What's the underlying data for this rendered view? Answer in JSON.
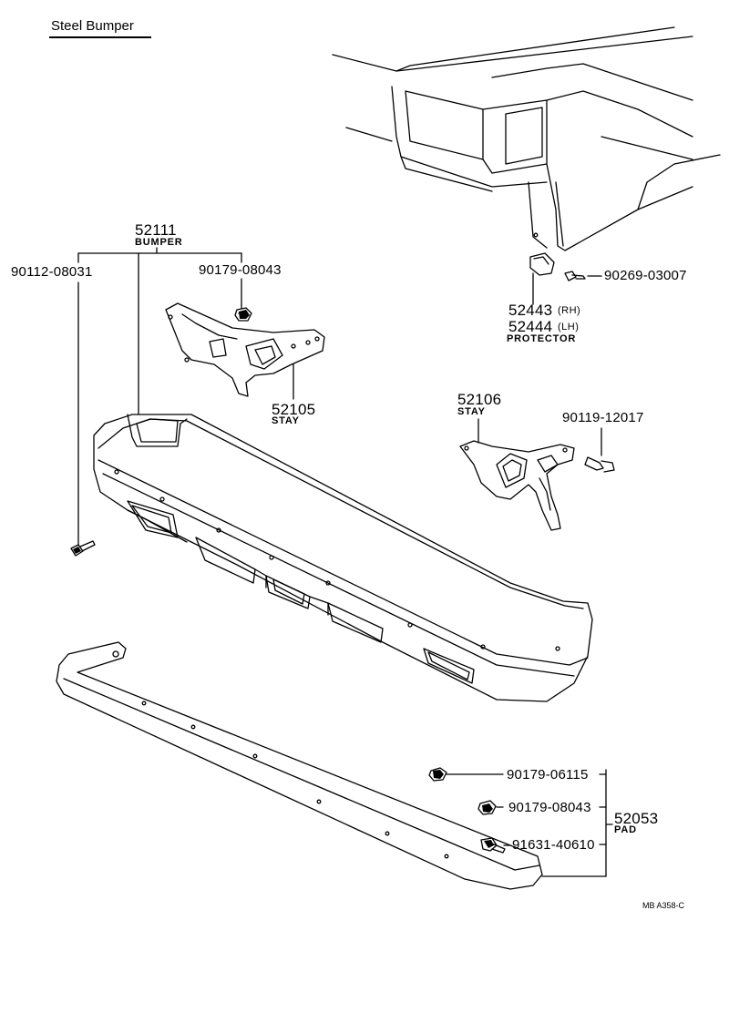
{
  "title": "Steel Bumper",
  "parts": {
    "bumper": {
      "number": "52111",
      "name": "BUMPER"
    },
    "bolt_left": {
      "number": "90112-08031"
    },
    "nut_upper": {
      "number": "90179-08043"
    },
    "stay_left": {
      "number": "52105",
      "name": "STAY"
    },
    "stay_right": {
      "number": "52106",
      "name": "STAY"
    },
    "bolt_right": {
      "number": "90119-12017"
    },
    "screw_protector": {
      "number": "90269-03007"
    },
    "protector_rh": {
      "number": "52443",
      "side": "(RH)"
    },
    "protector_lh": {
      "number": "52444",
      "side": "(LH)"
    },
    "protector_name": "PROTECTOR",
    "nut_pad_1": {
      "number": "90179-06115"
    },
    "nut_pad_2": {
      "number": "90179-08043"
    },
    "bolt_pad": {
      "number": "91631-40610"
    },
    "pad": {
      "number": "52053",
      "name": "PAD"
    }
  },
  "diagram_code": "MB  A358-C"
}
